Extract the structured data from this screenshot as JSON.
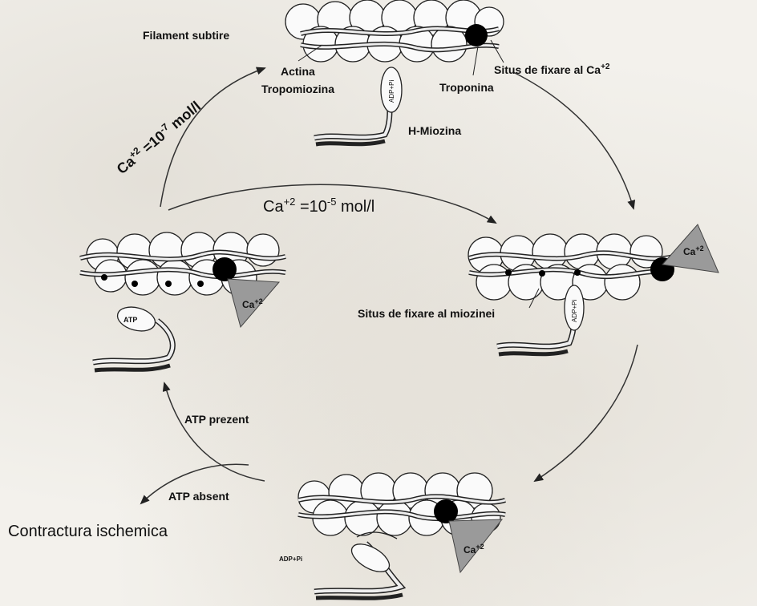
{
  "title_left": "Filament subtire",
  "labels": {
    "actina": "Actina",
    "tropomiozina": "Tropomiozina",
    "troponina": "Troponina",
    "situs_ca": "Situs de fixare al Ca",
    "situs_ca_sup": "+2",
    "h_miozina": "H-Miozina",
    "adp_pi": "ADP+Pi",
    "atp": "ATP",
    "ca_badge": "Ca",
    "ca_badge_sup": "+2",
    "situs_miozinei": "Situs de fixare al miozinei",
    "atp_prezent": "ATP prezent",
    "atp_absent": "ATP absent",
    "contractura": "Contractura ischemica"
  },
  "concentrations": {
    "low": {
      "base": "Ca",
      "sup": "+2",
      "eq": " =10",
      "exp": "-7",
      "unit": " mol/l"
    },
    "high": {
      "base": "Ca",
      "sup": "+2",
      "eq": " =10",
      "exp": "-5",
      "unit": " mol/l"
    }
  },
  "colors": {
    "ink": "#111111",
    "triangle": "#9a9a9a",
    "troponin": "#000000"
  }
}
